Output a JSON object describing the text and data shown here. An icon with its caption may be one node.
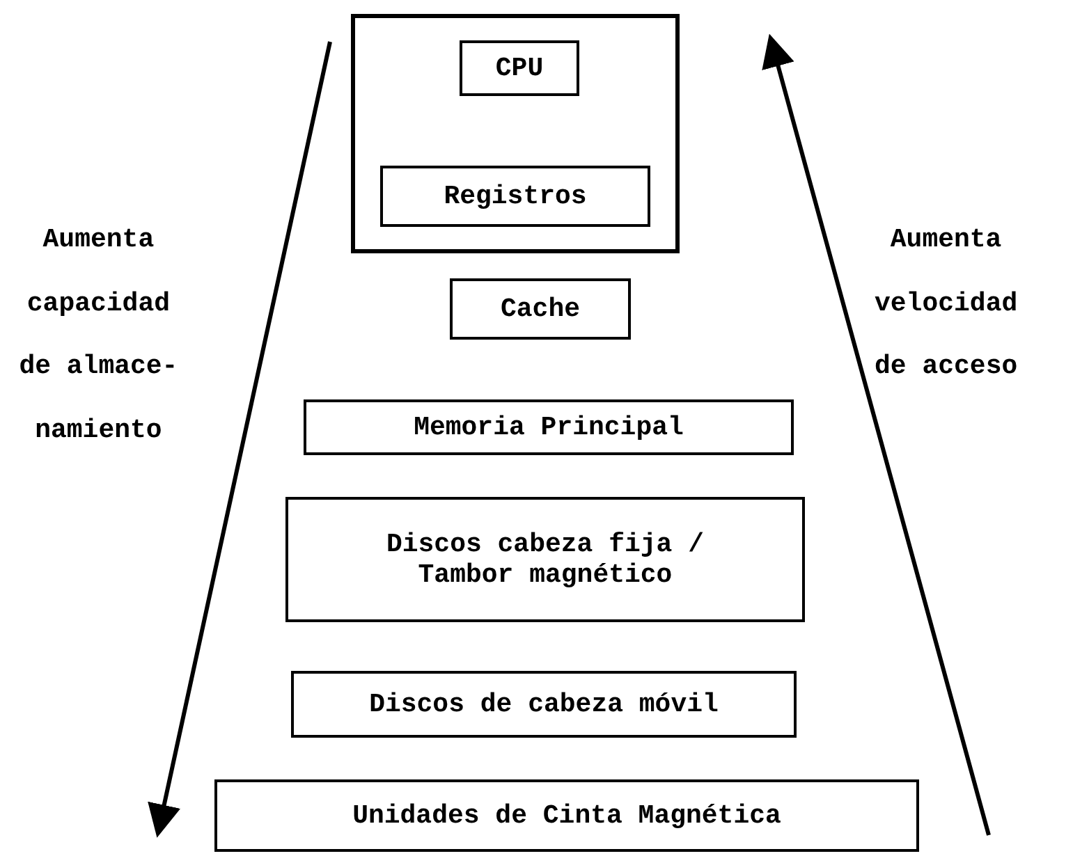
{
  "diagram": {
    "nodes": [
      {
        "text": [],
        "shape": "box"
      },
      {
        "text": [
          "CPU"
        ],
        "in": 0
      },
      {
        "text": [
          "Registros"
        ],
        "in": 0
      },
      {
        "text": [
          "Cache"
        ]
      },
      {
        "text": [
          "Memoria Principal"
        ]
      },
      {
        "text": [
          "Discos cabeza fija / Tambor magnético"
        ]
      },
      {
        "text": [
          "Discos de cabeza móvil"
        ]
      },
      {
        "text": [
          "Unidades de Cinta Magnética"
        ]
      }
    ],
    "labels": [
      "Aumenta capacidad de almace- namiento",
      "Aumenta velocidad de acceso"
    ]
  }
}
